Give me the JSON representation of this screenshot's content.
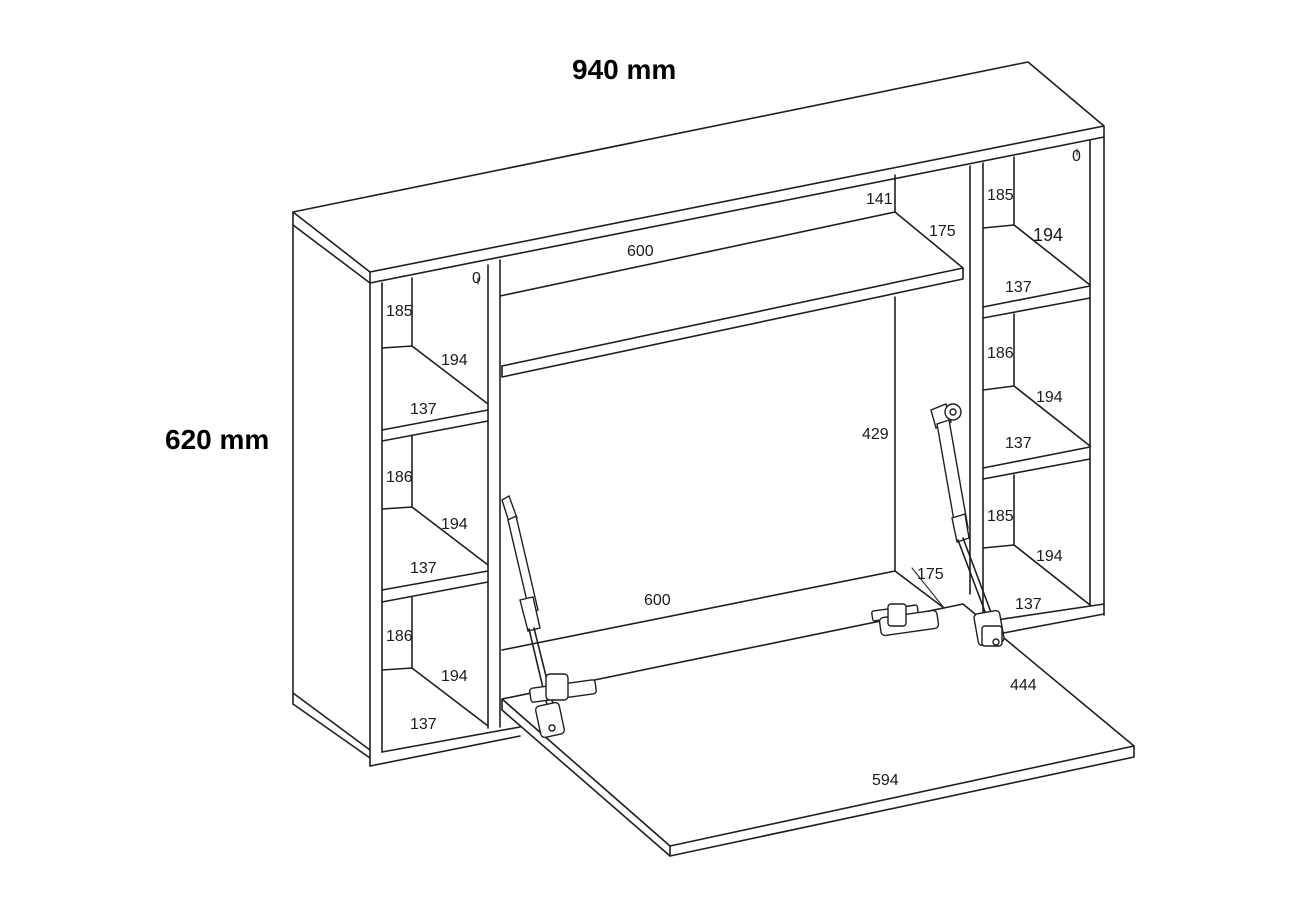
{
  "overall": {
    "width_label": "940 mm",
    "height_label": "620 mm"
  },
  "labels": {
    "left_top_zero": "0",
    "right_top_zero": "0",
    "left_c1_h": "185",
    "left_c1_d": "194",
    "left_c1_w": "137",
    "left_c2_h": "186",
    "left_c2_d": "194",
    "left_c2_w": "137",
    "left_c3_h": "186",
    "left_c3_d": "194",
    "left_c3_w": "137",
    "right_c1_h": "185",
    "right_c1_d": "194",
    "right_c1_w": "137",
    "right_c2_h": "186",
    "right_c2_d": "194",
    "right_c2_w": "137",
    "right_c3_h": "185",
    "right_c3_d": "194",
    "right_c3_w": "137",
    "top_shelf_width": "600",
    "top_shelf_height": "141",
    "top_shelf_depth": "175",
    "desk_height": "429",
    "desk_width": "600",
    "desk_depth": "175",
    "flap_width": "594",
    "flap_depth": "444"
  }
}
